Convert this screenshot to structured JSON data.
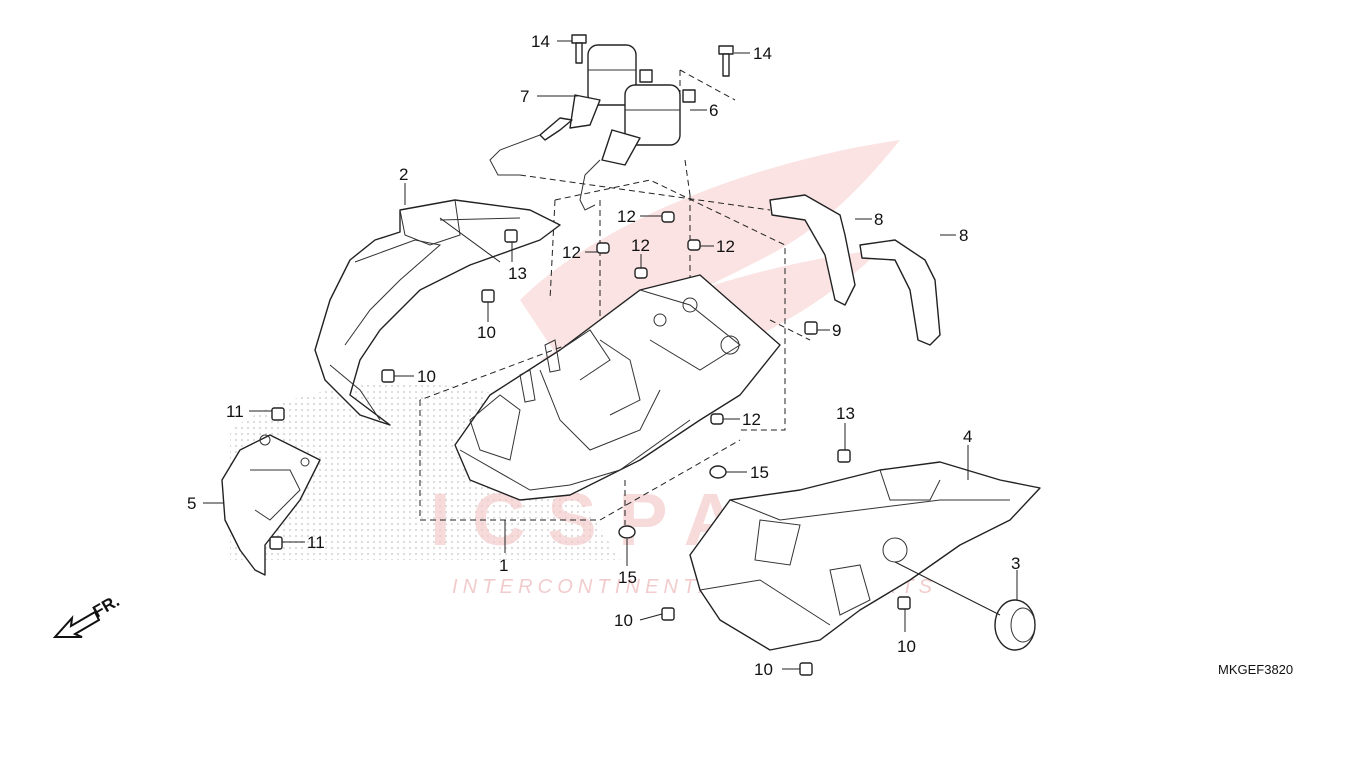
{
  "diagram_code": "MKGEF3820",
  "watermark": {
    "brand": "ICSPARTS",
    "tagline": "INTERCONTINENTAL SPARE PARTS"
  },
  "front_indicator": "FR.",
  "callouts": [
    {
      "id": "1",
      "text": "1"
    },
    {
      "id": "2",
      "text": "2"
    },
    {
      "id": "3",
      "text": "3"
    },
    {
      "id": "4",
      "text": "4"
    },
    {
      "id": "5",
      "text": "5"
    },
    {
      "id": "6",
      "text": "6"
    },
    {
      "id": "7",
      "text": "7"
    },
    {
      "id": "8a",
      "text": "8"
    },
    {
      "id": "8b",
      "text": "8"
    },
    {
      "id": "9",
      "text": "9"
    },
    {
      "id": "10a",
      "text": "10"
    },
    {
      "id": "10b",
      "text": "10"
    },
    {
      "id": "10c",
      "text": "10"
    },
    {
      "id": "10d",
      "text": "10"
    },
    {
      "id": "10e",
      "text": "10"
    },
    {
      "id": "11a",
      "text": "11"
    },
    {
      "id": "11b",
      "text": "11"
    },
    {
      "id": "12a",
      "text": "12"
    },
    {
      "id": "12b",
      "text": "12"
    },
    {
      "id": "12c",
      "text": "12"
    },
    {
      "id": "12d",
      "text": "12"
    },
    {
      "id": "12e",
      "text": "12"
    },
    {
      "id": "13a",
      "text": "13"
    },
    {
      "id": "13b",
      "text": "13"
    },
    {
      "id": "14a",
      "text": "14"
    },
    {
      "id": "14b",
      "text": "14"
    },
    {
      "id": "15a",
      "text": "15"
    },
    {
      "id": "15b",
      "text": "15"
    }
  ]
}
